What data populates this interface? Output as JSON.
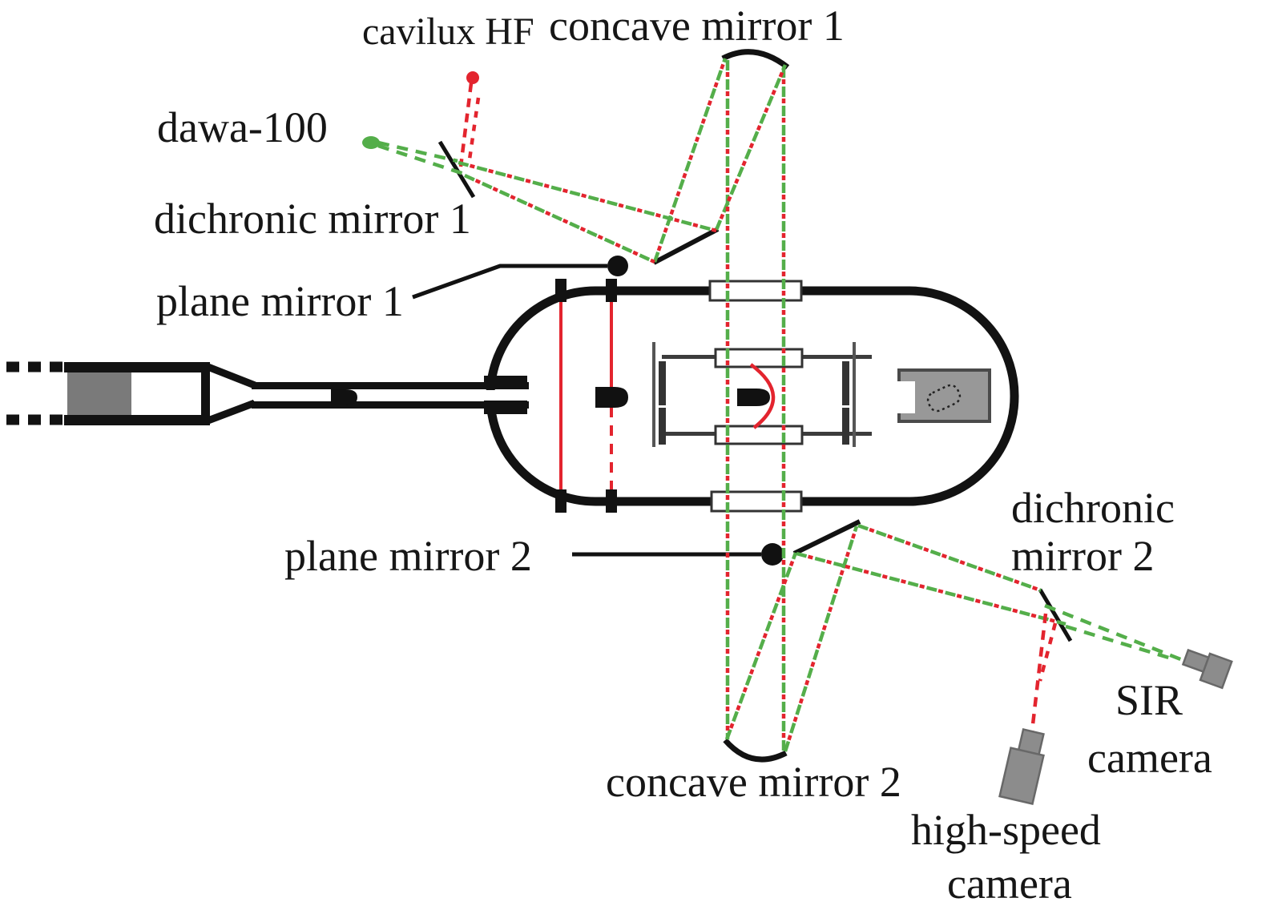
{
  "figure_labels": {
    "cavilux": "cavilux HF",
    "concave_mirror_1": "concave mirror 1",
    "dawa": "dawa-100",
    "dichroic_mirror_1": "dichronic mirror 1",
    "plane_mirror_1": "plane mirror 1",
    "plane_mirror_2": "plane mirror 2",
    "concave_mirror_2": "concave mirror 2",
    "dichroic_mirror_2_line1": "dichronic",
    "dichroic_mirror_2_line2": "mirror 2",
    "sir_camera_line1": "SIR",
    "sir_camera_line2": "camera",
    "high_speed_camera_line1": "high-speed",
    "high_speed_camera_line2": "camera"
  },
  "colors": {
    "beam_red": "#e3242e",
    "beam_green": "#54ae4a",
    "ink": "#121212",
    "piston_gray": "#7a7a7a",
    "catcher_gray": "#989898",
    "camera_gray": "#8c8c8c"
  },
  "components": [
    "cavilux-HF-light-source",
    "dawa-100-light-source",
    "dichroic-mirror-1",
    "plane-mirror-1",
    "concave-mirror-1",
    "launch-tube-and-pump-tube",
    "vacuum-vessel",
    "test-section",
    "laser-velocity-screens",
    "projectile-with-bow-shock",
    "catcher-box",
    "concave-mirror-2",
    "plane-mirror-2",
    "dichroic-mirror-2",
    "SIR-camera",
    "high-speed-camera"
  ]
}
